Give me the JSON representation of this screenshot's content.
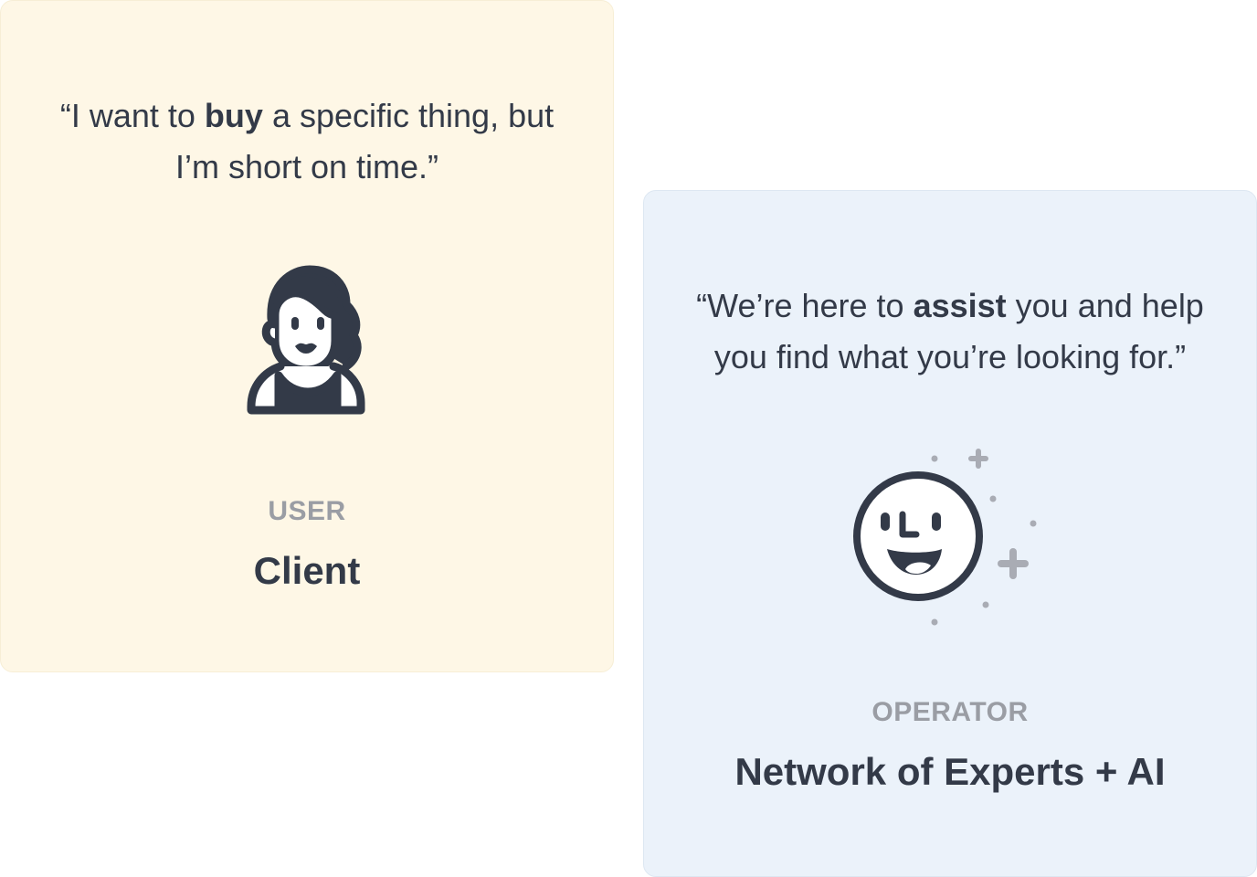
{
  "user_card": {
    "quote_before": "“I want to ",
    "quote_emphasis": "buy",
    "quote_after": " a specific thing, but I’m short on time.”",
    "role": "USER",
    "name": "Client",
    "icon": "woman-avatar-icon",
    "background": "#fef7e6"
  },
  "operator_card": {
    "quote_before": "“We’re here to ",
    "quote_emphasis": "assist",
    "quote_after": " you and help you find what you’re looking for.”",
    "role": "OPERATOR",
    "name": "Network of Experts + AI",
    "icon": "smiling-ai-face-icon",
    "background": "#ebf2fa"
  },
  "colors": {
    "text_dark": "#333a48",
    "text_muted": "#9a9da4",
    "sparkle": "#a9acb4"
  }
}
